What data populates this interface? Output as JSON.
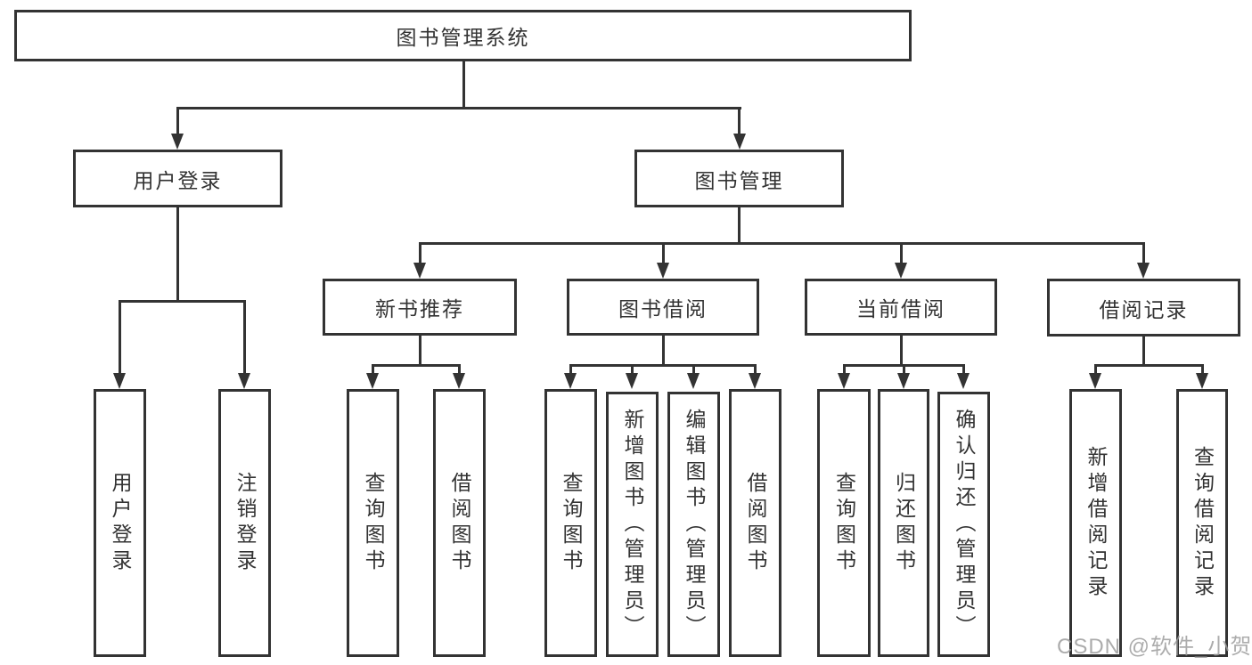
{
  "colors": {
    "line": "#333333",
    "box_border": "#333333",
    "background": "#ffffff",
    "watermark": "#9e9e9e"
  },
  "watermark": {
    "text": "CSDN @软件_小贺同学"
  },
  "tree": {
    "label": "图书管理系统",
    "children": [
      {
        "label": "用户登录",
        "children": [
          {
            "label": "用户登录"
          },
          {
            "label": "注销登录"
          }
        ]
      },
      {
        "label": "图书管理",
        "children": [
          {
            "label": "新书推荐",
            "children": [
              {
                "label": "查询图书"
              },
              {
                "label": "借阅图书"
              }
            ]
          },
          {
            "label": "图书借阅",
            "children": [
              {
                "label": "查询图书"
              },
              {
                "label": "新增图书（管理员）"
              },
              {
                "label": "编辑图书（管理员）"
              },
              {
                "label": "借阅图书"
              }
            ]
          },
          {
            "label": "当前借阅",
            "children": [
              {
                "label": "查询图书"
              },
              {
                "label": "归还图书"
              },
              {
                "label": "确认归还（管理员）"
              }
            ]
          },
          {
            "label": "借阅记录",
            "children": [
              {
                "label": "新增借阅记录"
              },
              {
                "label": "查询借阅记录"
              }
            ]
          }
        ]
      }
    ]
  }
}
